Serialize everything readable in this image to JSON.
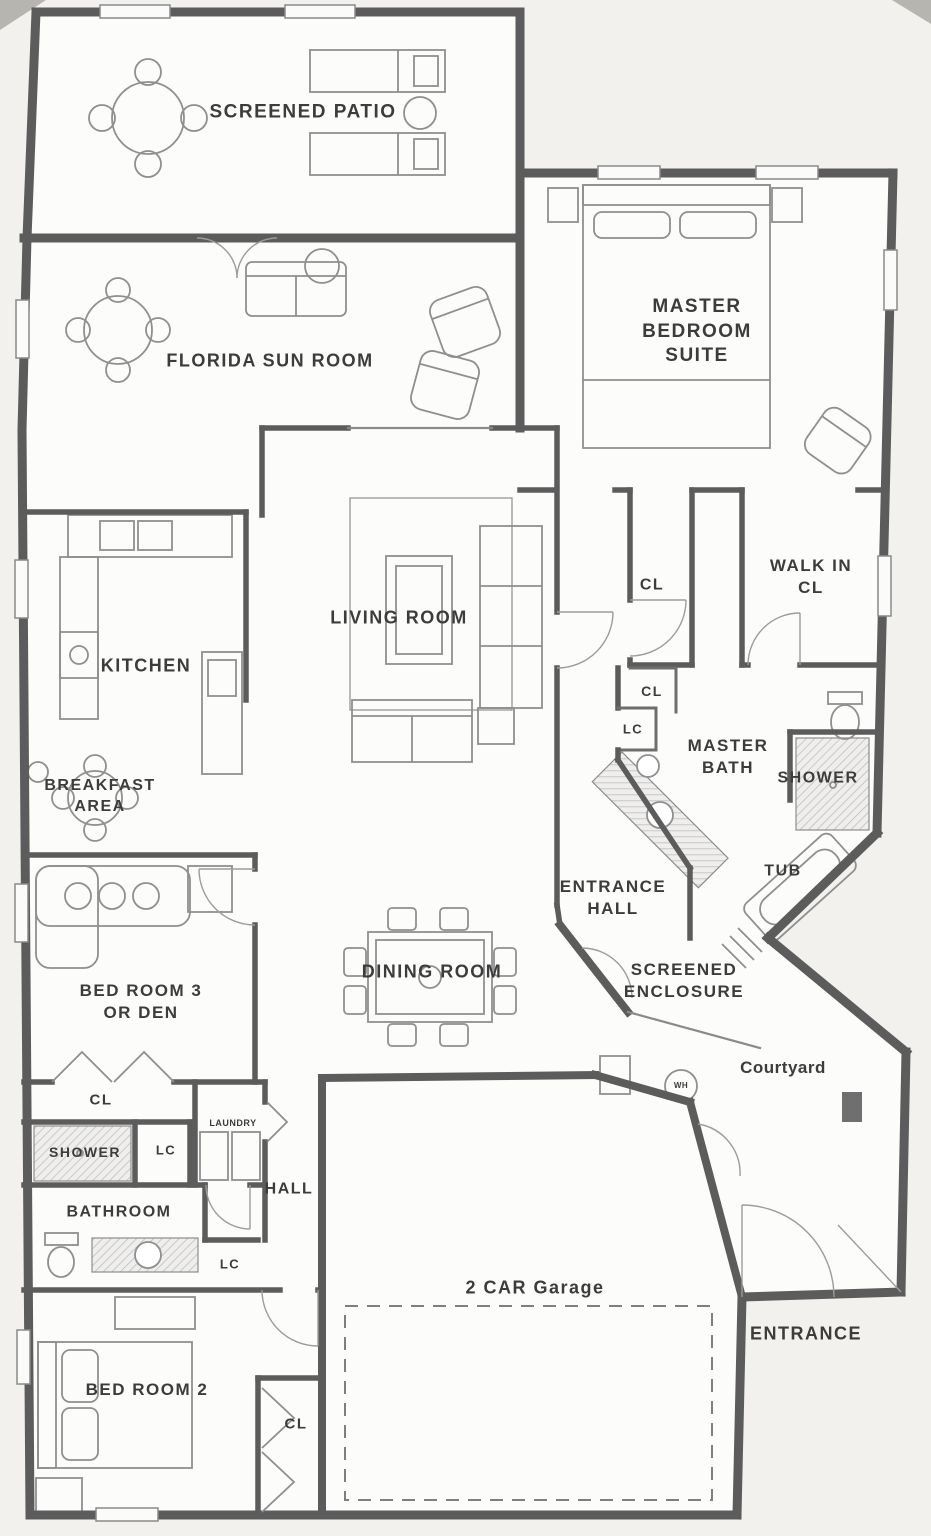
{
  "title": "Residential floor plan",
  "colors": {
    "paper": "#f2f1ee",
    "floor": "#fcfcfa",
    "wall": "#5c5c5c",
    "furniture": "#8f8f8f",
    "ink": "#3c3c3c"
  },
  "labels": {
    "screened_patio": "SCREENED PATIO",
    "florida_sun_room": "FLORIDA SUN ROOM",
    "master_bedroom_suite": "MASTER\nBEDROOM\nSUITE",
    "living_room": "LIVING ROOM",
    "master_closet_cl": "CL",
    "walk_in_cl": "WALK IN\nCL",
    "kitchen": "KITCHEN",
    "hall_closet_cl": "CL",
    "master_linen_lc": "LC",
    "master_bath": "MASTER\nBATH",
    "master_shower": "SHOWER",
    "breakfast_area": "BREAKFAST\nAREA",
    "tub": "TUB",
    "entrance_hall": "ENTRANCE\nHALL",
    "bed_room_3": "BED ROOM 3\nOR DEN",
    "dining_room": "DINING ROOM",
    "screened_enclosure": "SCREENED\nENCLOSURE",
    "courtyard": "Courtyard",
    "bed3_closet_cl": "CL",
    "hall_shower": "SHOWER",
    "hall_linen_lc": "LC",
    "laundry": "LAUNDRY",
    "hall": "HALL",
    "bathroom": "BATHROOM",
    "bath_linen_lc": "LC",
    "garage": "2 CAR Garage",
    "entrance": "ENTRANCE",
    "bed_room_2": "BED ROOM 2",
    "bed2_closet_cl": "CL",
    "water_heater": "WH"
  }
}
